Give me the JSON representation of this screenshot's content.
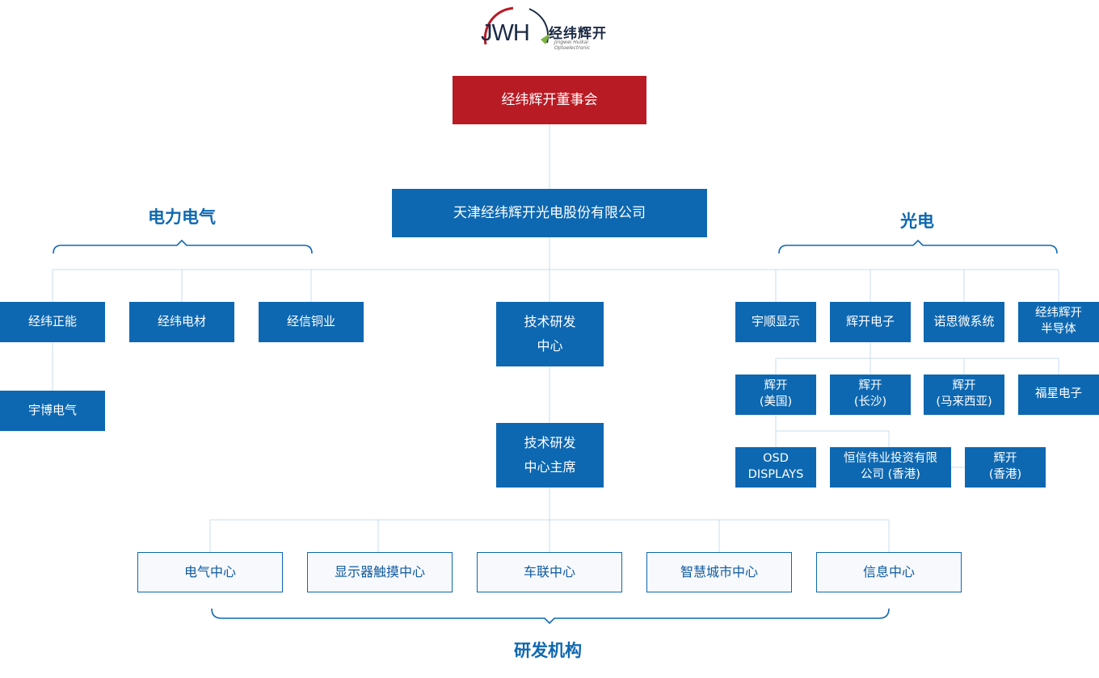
{
  "logo": {
    "mark": "JWH",
    "name_cn": "经纬辉开",
    "name_en": "Jingwei Huikai Optoelectronic"
  },
  "board": "经纬辉开董事会",
  "company": "天津经纬辉开光电股份有限公司",
  "sections": {
    "power": "电力电气",
    "photo": "光电",
    "rnd": "研发机构"
  },
  "power_subs": [
    "经纬正能",
    "经纬电材",
    "经信铜业"
  ],
  "power_sub_child": "宇博电气",
  "rd_center": "技术研发\n中心",
  "rd_chair": "技术研发\n中心主席",
  "photo_subs": [
    "宇顺显示",
    "辉开电子",
    "诺思微系统",
    "经纬辉开\n半导体"
  ],
  "huikai_subs": [
    "辉开\n(美国)",
    "辉开\n(长沙)",
    "辉开\n(马来西亚)",
    "福星电子"
  ],
  "us_subs": [
    "OSD\nDISPLAYS",
    "恒信伟业投资有限\n公司 (香港)",
    "辉开\n(香港)"
  ],
  "rd_orgs": [
    "电气中心",
    "显示器触摸中心",
    "车联中心",
    "智慧城市中心",
    "信息中心"
  ],
  "colors": {
    "primary": "#0e68b1",
    "board": "#b91b24",
    "line": "#c9dced"
  }
}
